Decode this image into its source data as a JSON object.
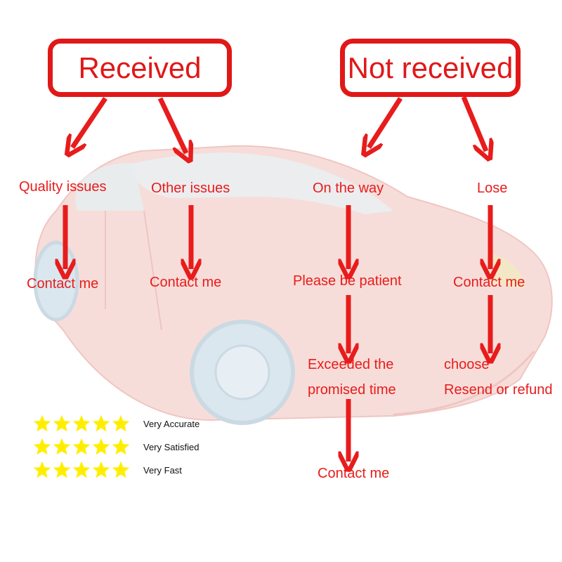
{
  "received": {
    "title": "Received",
    "branches": [
      {
        "label": "Quality issues",
        "steps": [
          "Contact me"
        ]
      },
      {
        "label": "Other issues",
        "steps": [
          "Contact me"
        ]
      }
    ]
  },
  "not_received": {
    "title": "Not received",
    "branches": [
      {
        "label": "On the way",
        "steps": [
          "Please be patient",
          "Exceeded the",
          "promised time",
          "Contact me"
        ]
      },
      {
        "label": "Lose",
        "steps": [
          "Contact me",
          "choose",
          "Resend or refund"
        ]
      }
    ]
  },
  "ratings": [
    {
      "stars": 5,
      "label": "Very Accurate"
    },
    {
      "stars": 5,
      "label": "Very Satisfied"
    },
    {
      "stars": 5,
      "label": "Very Fast"
    }
  ],
  "colors": {
    "accent": "#e01818",
    "star": "#ffee00",
    "car_tint": "#f9e2df"
  }
}
